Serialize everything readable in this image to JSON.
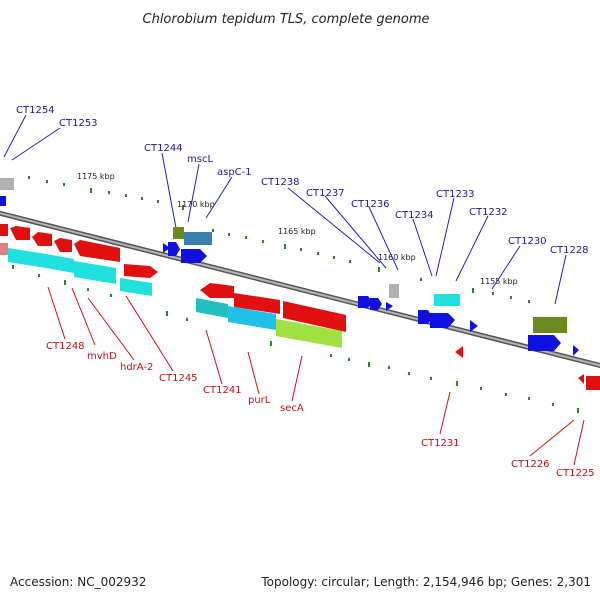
{
  "title": "Chlorobium tepidum TLS, complete genome",
  "footer": {
    "accession": "Accession: NC_002932",
    "summary": "Topology: circular; Length: 2,154,946 bp; Genes: 2,301"
  },
  "scale_labels": [
    "1175 kbp",
    "1170 kbp",
    "1165 kbp",
    "1160 kbp",
    "1155 kbp"
  ],
  "gene_labels_top": [
    "CT1254",
    "CT1253",
    "CT1244",
    "mscL",
    "aspC-1",
    "CT1238",
    "CT1237",
    "CT1236",
    "CT1234",
    "CT1233",
    "CT1232",
    "CT1230",
    "CT1228"
  ],
  "gene_labels_bottom": [
    "CT1248",
    "mvhD",
    "hdrA-2",
    "CT1245",
    "CT1241",
    "purL",
    "secA",
    "CT1231",
    "CT1226",
    "CT1225"
  ],
  "colors": {
    "forward_strand": "#1010e0",
    "reverse_strand": "#e01010",
    "cyan_feature": "#20e0e0",
    "steelblue_feature": "#3a7fb0",
    "olive_feature": "#6a8a20",
    "yellowgreen_feature": "#a0e040",
    "grey_feature": "#b0b0b0",
    "backbone": "#808080",
    "tick": "#228822"
  }
}
